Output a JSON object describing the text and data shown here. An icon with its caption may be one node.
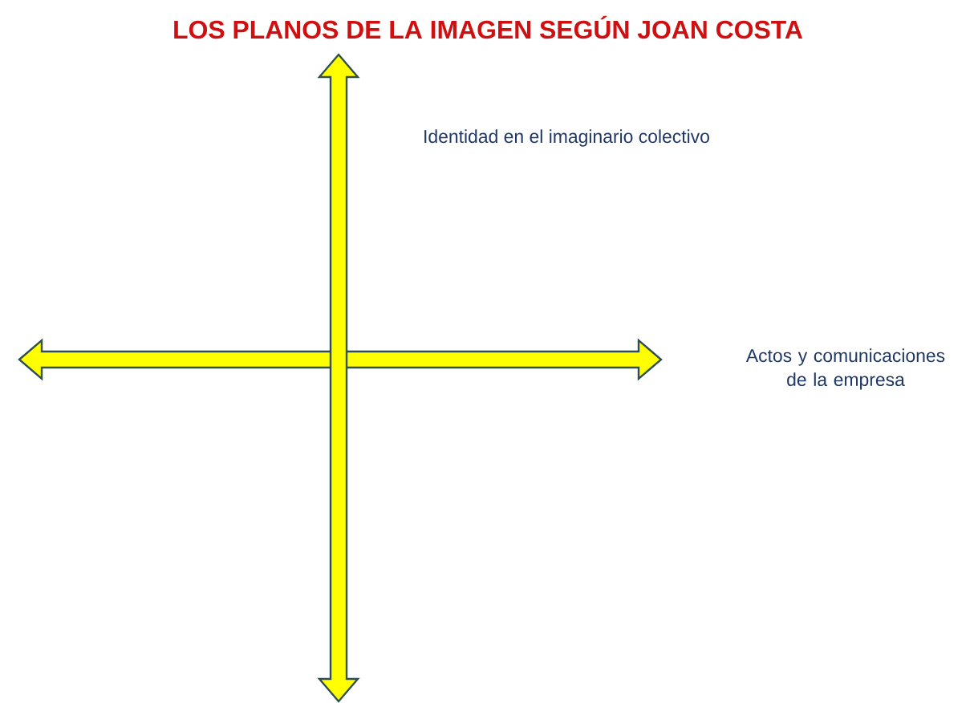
{
  "diagram": {
    "title": "LOS PLANOS DE LA IMAGEN SEGÚN JOAN COSTA",
    "labels": [
      "Identidad en el imaginario colectivo",
      "Actos y comunicaciones de la empresa"
    ]
  }
}
